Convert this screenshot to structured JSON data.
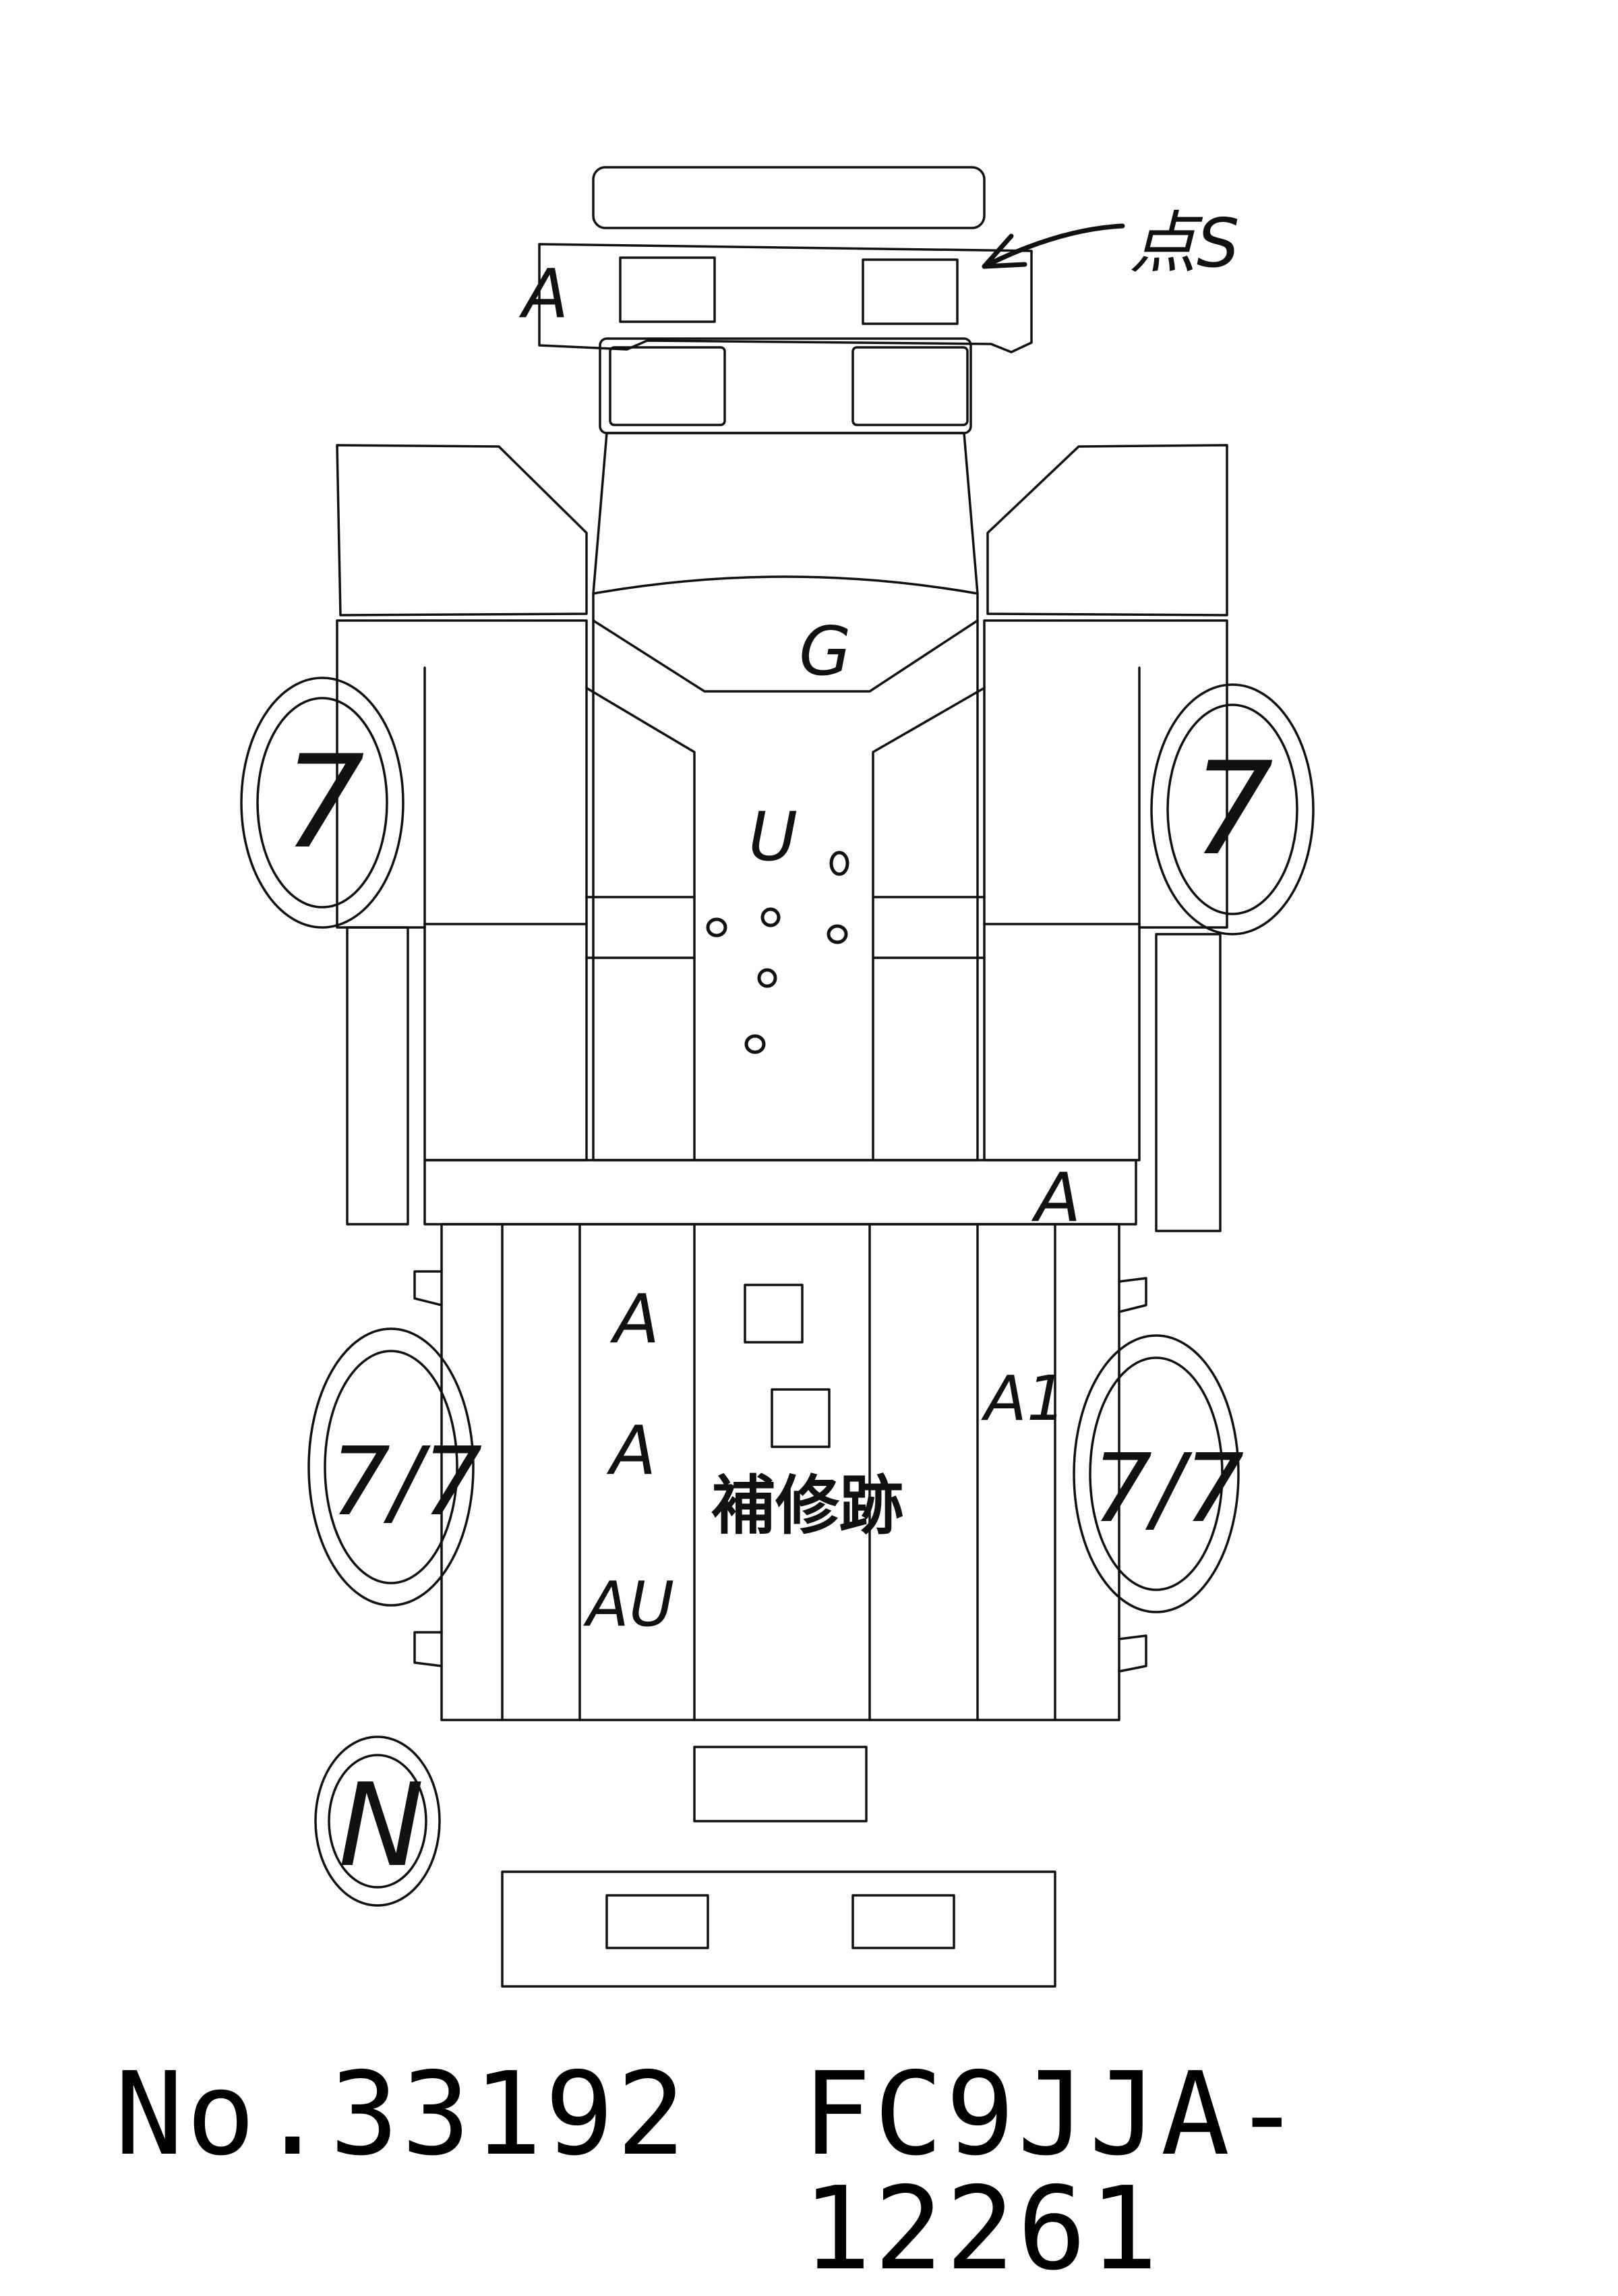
{
  "diagram": {
    "marks": {
      "front_bumper_code": "A",
      "front_arrow_note": "点S",
      "hood_code": "G",
      "roof_code": "U",
      "rear_side_code": "A",
      "bed_code_1": "A",
      "bed_code_2": "A",
      "bed_code_3": "AU",
      "bed_side_code": "A1",
      "repair_note": "補修跡",
      "front_left_tire": "7",
      "front_right_tire": "7",
      "rear_left_tire": "7/7",
      "rear_right_tire": "7/7",
      "spare_tire": "N"
    }
  },
  "footer": {
    "number": "No.33192",
    "chassis": "FC9JJA-12261"
  }
}
